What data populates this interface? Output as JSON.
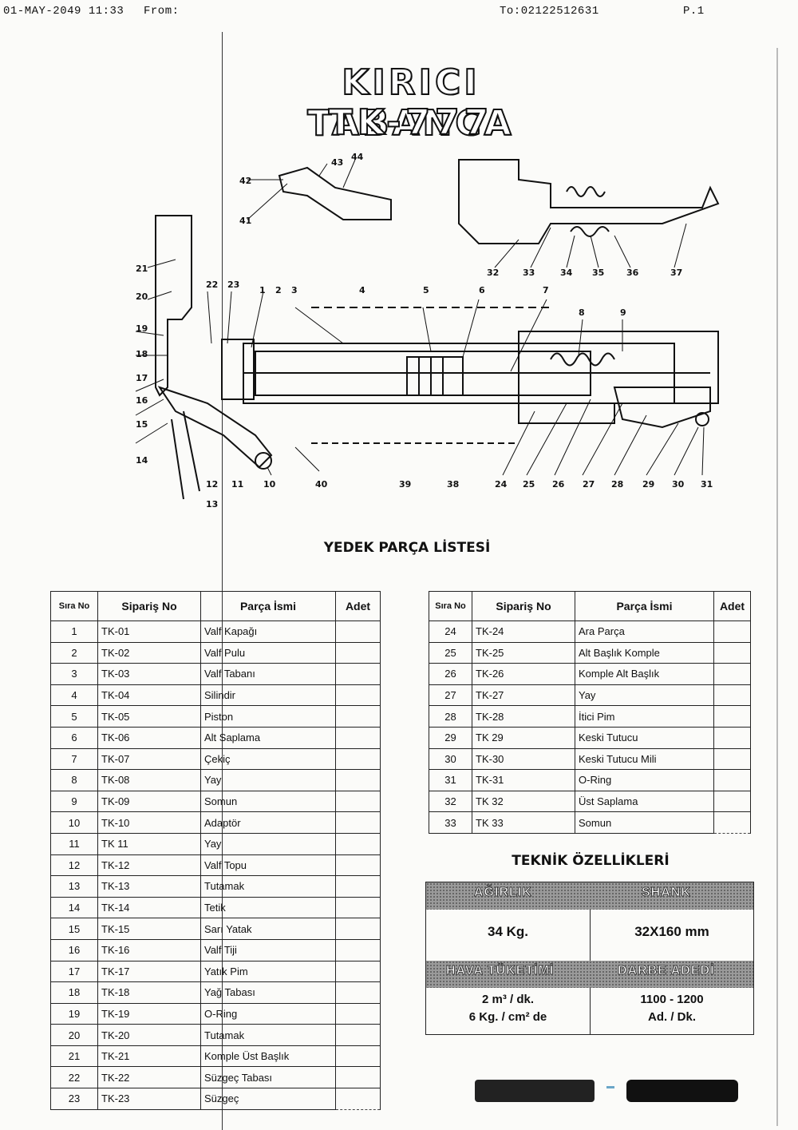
{
  "fax": {
    "date_time": "01-MAY-2049 11:33",
    "from_label": "From:",
    "to_label": "To:02122512631",
    "page": "P.1"
  },
  "title": {
    "line1": "KIRICI TABANCA",
    "line2": "TK-777"
  },
  "diagram": {
    "callouts": [
      "1",
      "2",
      "3",
      "4",
      "5",
      "6",
      "7",
      "8",
      "9",
      "10",
      "11",
      "12",
      "13",
      "14",
      "15",
      "16",
      "17",
      "18",
      "19",
      "20",
      "21",
      "22",
      "23",
      "24",
      "25",
      "26",
      "27",
      "28",
      "29",
      "30",
      "31",
      "32",
      "33",
      "34",
      "35",
      "36",
      "37",
      "38",
      "39",
      "40",
      "41",
      "42",
      "43",
      "44"
    ]
  },
  "parts_list_title": "YEDEK PARÇA LİSTESİ",
  "table_headers": {
    "sira": "Sıra No",
    "siparis": "Sipariş No",
    "parca": "Parça İsmi",
    "adet": "Adet"
  },
  "parts_left": [
    {
      "no": "1",
      "code": "TK-01",
      "name": "Valf Kapağı"
    },
    {
      "no": "2",
      "code": "TK-02",
      "name": "Valf Pulu"
    },
    {
      "no": "3",
      "code": "TK-03",
      "name": "Valf Tabanı"
    },
    {
      "no": "4",
      "code": "TK-04",
      "name": "Silindir"
    },
    {
      "no": "5",
      "code": "TK-05",
      "name": "Piston"
    },
    {
      "no": "6",
      "code": "TK-06",
      "name": "Alt Saplama"
    },
    {
      "no": "7",
      "code": "TK-07",
      "name": "Çekiç"
    },
    {
      "no": "8",
      "code": "TK-08",
      "name": "Yay"
    },
    {
      "no": "9",
      "code": "TK-09",
      "name": "Somun"
    },
    {
      "no": "10",
      "code": "TK-10",
      "name": "Adaptör"
    },
    {
      "no": "11",
      "code": "TK 11",
      "name": "Yay"
    },
    {
      "no": "12",
      "code": "TK-12",
      "name": "Valf Topu"
    },
    {
      "no": "13",
      "code": "TK-13",
      "name": "Tutamak"
    },
    {
      "no": "14",
      "code": "TK-14",
      "name": "Tetik"
    },
    {
      "no": "15",
      "code": "TK-15",
      "name": "Sarı Yatak"
    },
    {
      "no": "16",
      "code": "TK-16",
      "name": "Valf Tiji"
    },
    {
      "no": "17",
      "code": "TK-17",
      "name": "Yatık Pim"
    },
    {
      "no": "18",
      "code": "TK-18",
      "name": "Yağ Tabası"
    },
    {
      "no": "19",
      "code": "TK-19",
      "name": "O-Ring"
    },
    {
      "no": "20",
      "code": "TK-20",
      "name": "Tutamak"
    },
    {
      "no": "21",
      "code": "TK-21",
      "name": "Komple Üst Başlık"
    },
    {
      "no": "22",
      "code": "TK-22",
      "name": "Süzgeç Tabası"
    },
    {
      "no": "23",
      "code": "TK-23",
      "name": "Süzgeç"
    }
  ],
  "parts_right": [
    {
      "no": "24",
      "code": "TK-24",
      "name": "Ara Parça"
    },
    {
      "no": "25",
      "code": "TK-25",
      "name": "Alt Başlık Komple"
    },
    {
      "no": "26",
      "code": "TK-26",
      "name": "Komple Alt Başlık"
    },
    {
      "no": "27",
      "code": "TK-27",
      "name": "Yay"
    },
    {
      "no": "28",
      "code": "TK-28",
      "name": "İtici Pim"
    },
    {
      "no": "29",
      "code": "TK 29",
      "name": "Keski Tutucu"
    },
    {
      "no": "30",
      "code": "TK-30",
      "name": "Keski Tutucu Mili"
    },
    {
      "no": "31",
      "code": "TK-31",
      "name": "O-Ring"
    },
    {
      "no": "32",
      "code": "TK 32",
      "name": "Üst Saplama"
    },
    {
      "no": "33",
      "code": "TK 33",
      "name": "Somun"
    }
  ],
  "specs": {
    "title": "TEKNİK ÖZELLİKLERİ",
    "weight_label": "AĞIRLIK",
    "shank_label": "SHANK",
    "weight_value": "34 Kg.",
    "shank_value": "32X160 mm",
    "air_label": "HAVA TÜKETİMİ",
    "impact_label": "DARBE ADEDİ",
    "air_line1": "2 m³ / dk.",
    "air_line2": "6 Kg. / cm² de",
    "impact_line1": "1100 - 1200",
    "impact_line2": "Ad. / Dk."
  }
}
